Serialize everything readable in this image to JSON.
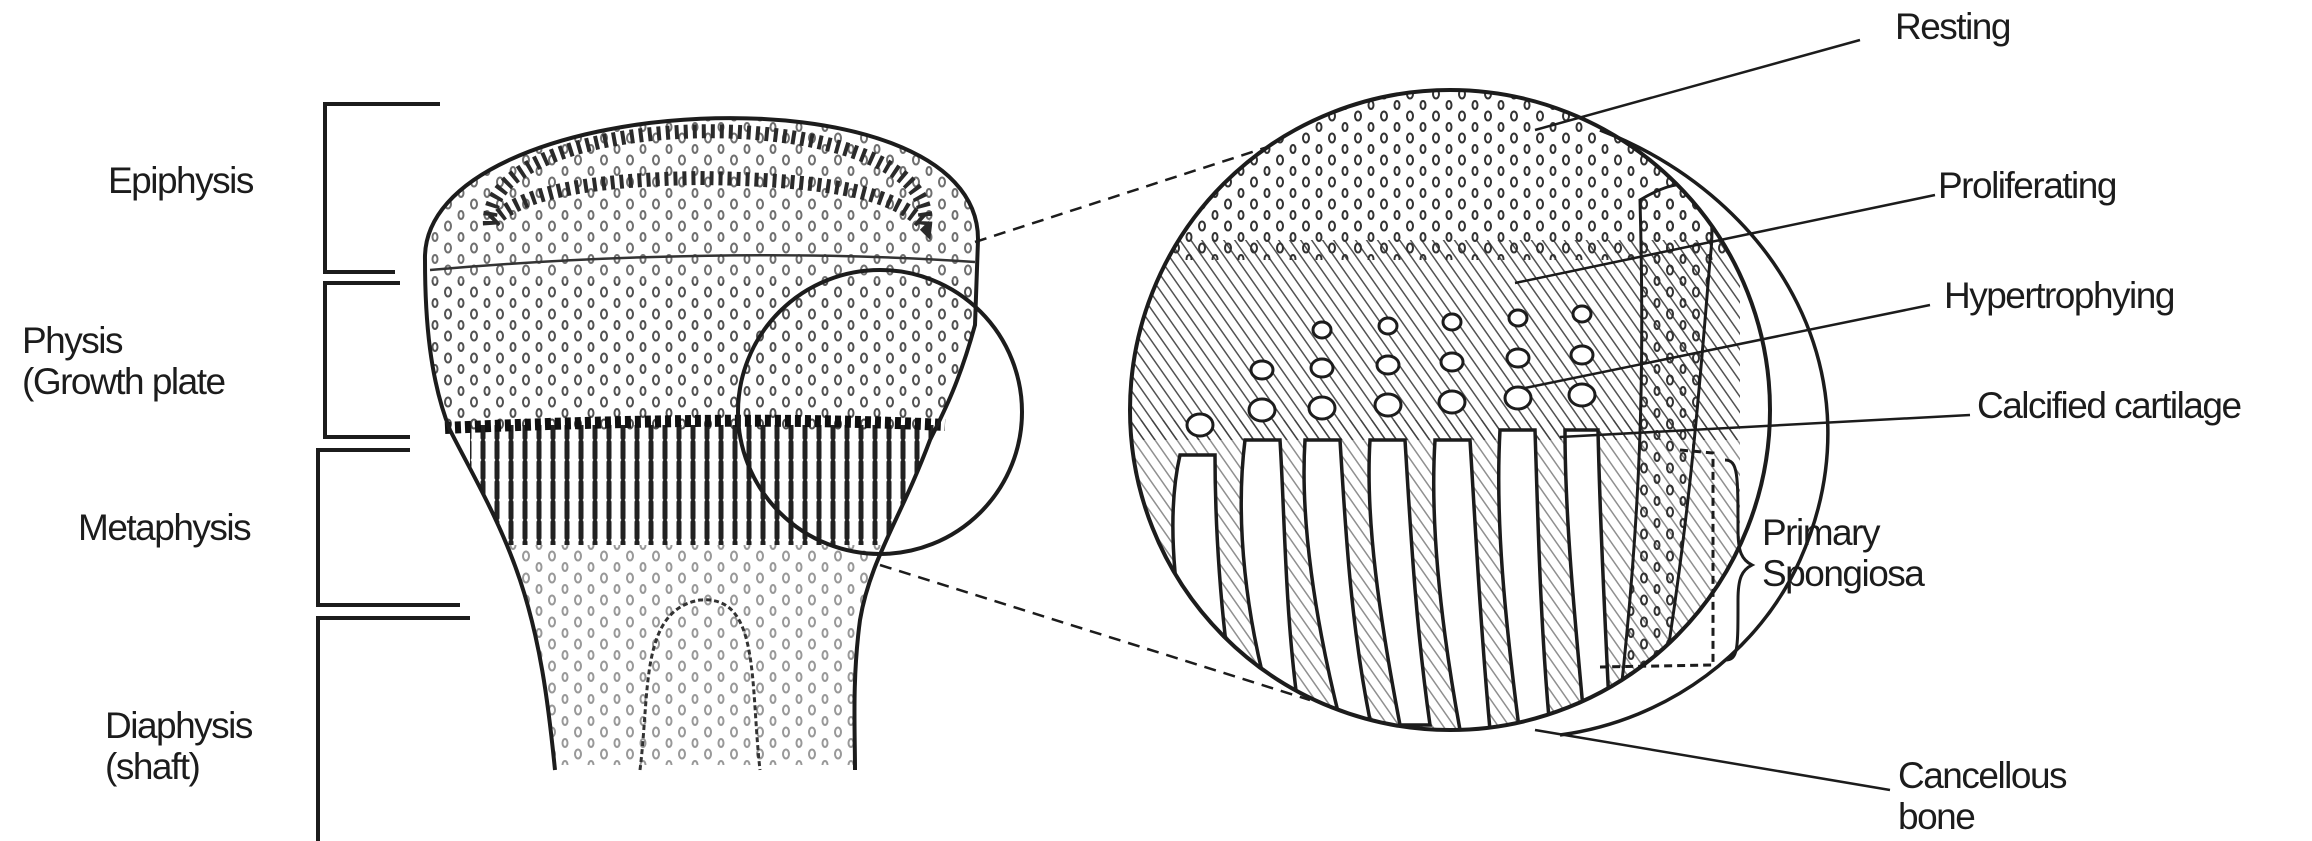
{
  "labels": {
    "epiphysis": "Epiphysis",
    "physis": [
      "Physis",
      "(Growth plate"
    ],
    "metaphysis": "Metaphysis",
    "diaphysis": [
      "Diaphysis",
      "(shaft)"
    ],
    "resting": "Resting",
    "proliferating": "Proliferating",
    "hypertrophying": "Hypertrophying",
    "calcified_cartilage": "Calcified cartilage",
    "primary_spongiosa": [
      "Primary",
      "Spongiosa"
    ],
    "cancellous_bone": [
      "Cancellous",
      "bone"
    ]
  },
  "colors": {
    "ink": "#1c1c1c",
    "shade": "#3a3a3a",
    "paper": "#ffffff"
  }
}
